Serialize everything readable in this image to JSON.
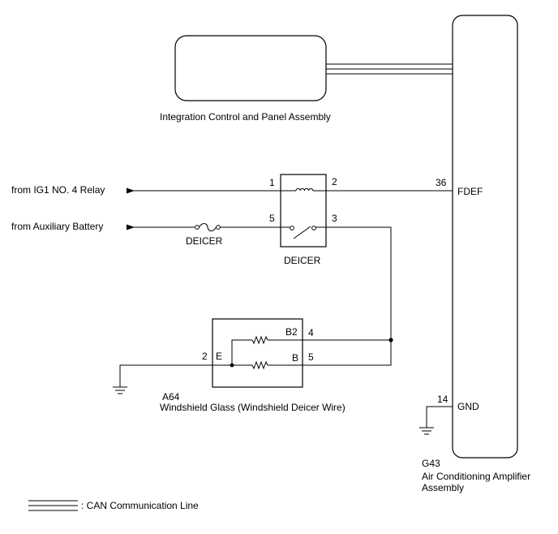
{
  "components": {
    "integration_panel": {
      "label": "Integration Control and Panel Assembly"
    },
    "relay": {
      "label": "DEICER",
      "pins": {
        "p1": "1",
        "p2": "2",
        "p3": "3",
        "p5": "5"
      }
    },
    "fuse": {
      "label": "DEICER"
    },
    "windshield": {
      "code": "A64",
      "label": "Windshield Glass (Windshield Deicer Wire)",
      "pins": {
        "p2": "2",
        "p4": "4",
        "p5": "5"
      },
      "terminals": {
        "e": "E",
        "b2": "B2",
        "b": "B"
      }
    },
    "ac_amplifier": {
      "code": "G43",
      "label_line1": "Air Conditioning Amplifier",
      "label_line2": "Assembly",
      "pins": {
        "fdef_num": "36",
        "fdef": "FDEF",
        "gnd_num": "14",
        "gnd": "GND"
      }
    }
  },
  "sources": {
    "ig1": "from IG1 NO. 4 Relay",
    "aux_battery": "from Auxiliary Battery"
  },
  "legend": {
    "can_line": ": CAN Communication Line"
  }
}
